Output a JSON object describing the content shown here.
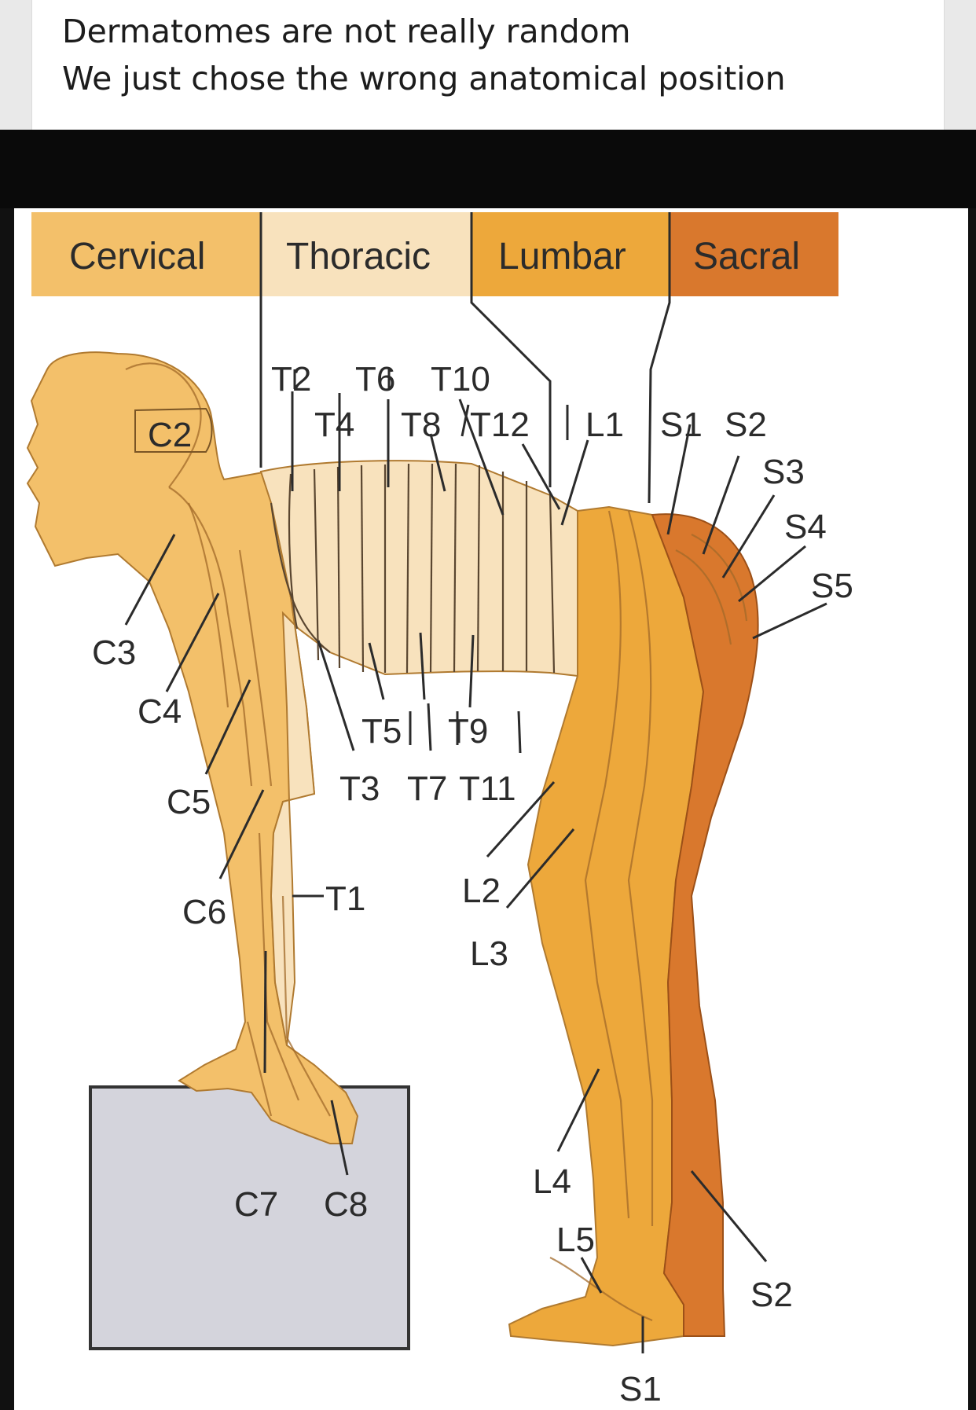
{
  "post": {
    "line1": "Dermatomes are not really random",
    "line2": "We just chose the wrong anatomical position"
  },
  "colors": {
    "cervical": "#f3c06a",
    "thoracic": "#f8e2bd",
    "lumbar": "#eda83b",
    "sacral": "#d9782d",
    "box": "#d4d4dc"
  },
  "diagram": {
    "regions": {
      "cervical": "Cervical",
      "thoracic": "Thoracic",
      "lumbar": "Lumbar",
      "sacral": "Sacral"
    },
    "labels": {
      "c2": "C2",
      "c3": "C3",
      "c4": "C4",
      "c5": "C5",
      "c6": "C6",
      "c7": "C7",
      "c8": "C8",
      "t1": "T1",
      "t2": "T2",
      "t3": "T3",
      "t4": "T4",
      "t5": "T5",
      "t6": "T6",
      "t7": "T7",
      "t8": "T8",
      "t9": "T9",
      "t10": "T10",
      "t11": "T11",
      "t12": "T12",
      "l1": "L1",
      "l2": "L2",
      "l3": "L3",
      "l4": "L4",
      "l5": "L5",
      "s1_top": "S1",
      "s2_top": "S2",
      "s3": "S3",
      "s4": "S4",
      "s5": "S5",
      "s1_foot": "S1",
      "s2_leg": "S2"
    }
  }
}
